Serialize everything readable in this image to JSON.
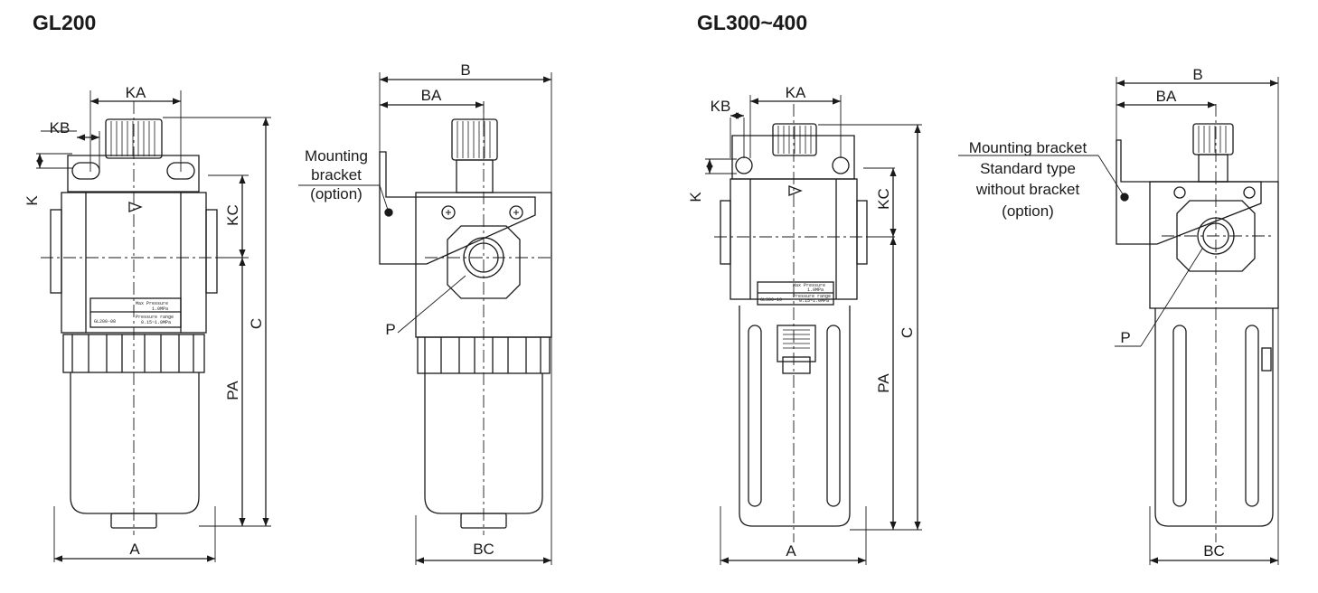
{
  "left_title": "GL200",
  "right_title": "GL300~400",
  "gl200": {
    "front": {
      "dims": {
        "KA": "KA",
        "KB": "KB",
        "K": "K",
        "KC": "KC",
        "C": "C",
        "PA": "PA",
        "A": "A"
      },
      "nameplate": {
        "l1": "Max Pressure",
        "l2": "1.0MPa",
        "l3": "Pressure range",
        "l4": "0.15~1.0MPa",
        "model": "GL200-08"
      }
    },
    "side": {
      "dims": {
        "B": "B",
        "BA": "BA",
        "BC": "BC",
        "P": "P"
      },
      "bracket_note": [
        "Mounting",
        "bracket",
        "(option)"
      ]
    }
  },
  "gl300": {
    "front": {
      "dims": {
        "KA": "KA",
        "KB": "KB",
        "K": "K",
        "KC": "KC",
        "C": "C",
        "PA": "PA",
        "A": "A"
      },
      "nameplate": {
        "l1": "Max Pressure",
        "l2": "1.0MPa",
        "l3": "Pressure range",
        "l4": "0.15~1.0MPa",
        "model": "GL300-10"
      }
    },
    "side": {
      "dims": {
        "B": "B",
        "BA": "BA",
        "BC": "BC",
        "P": "P"
      },
      "bracket_note": [
        "Mounting bracket",
        "Standard type",
        "without bracket",
        "(option)"
      ]
    }
  },
  "colors": {
    "line": "#1a1a1a",
    "centerline": "#1a1a1a",
    "background": "#ffffff"
  }
}
